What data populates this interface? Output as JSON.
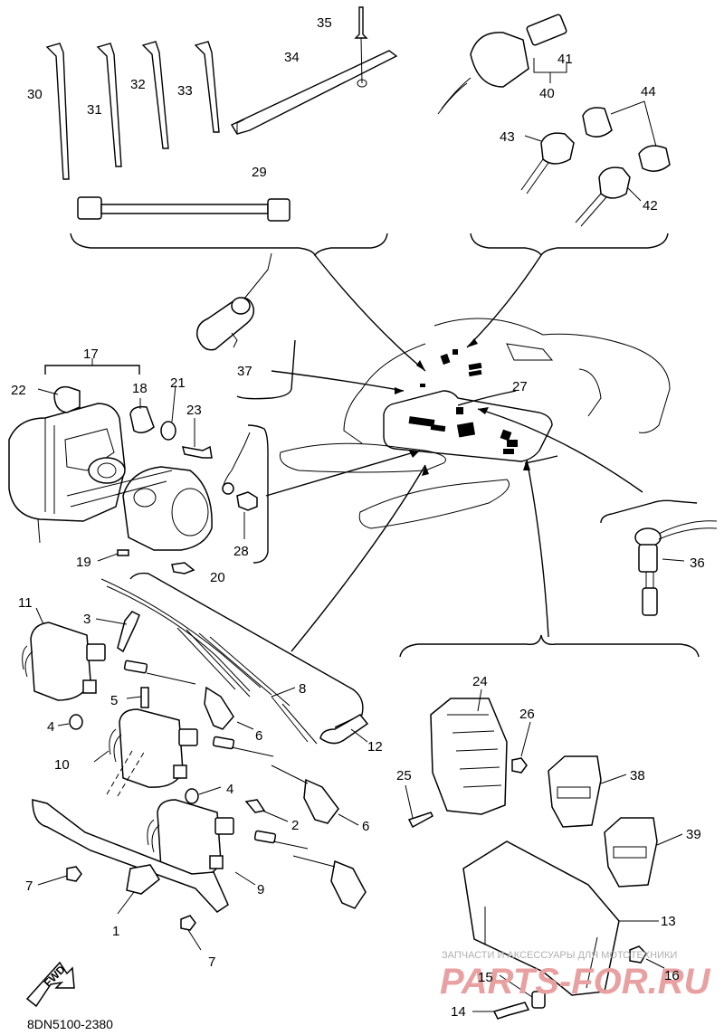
{
  "diagram_code": "8DN5100-2380",
  "direction_label": "FWD",
  "watermark": {
    "line1": "ЗАПЧАСТИ И АКСЕССУАРЫ ДЛЯ МОТОТЕХНИКИ",
    "line2": "PARTS-FOR.RU"
  },
  "callouts": {
    "c1": "1",
    "c2": "2",
    "c3": "3",
    "c4a": "4",
    "c4b": "4",
    "c5": "5",
    "c6a": "6",
    "c6b": "6",
    "c7a": "7",
    "c7b": "7",
    "c8": "8",
    "c9": "9",
    "c10": "10",
    "c11": "11",
    "c12": "12",
    "c13": "13",
    "c14": "14",
    "c15": "15",
    "c16": "16",
    "c17": "17",
    "c18": "18",
    "c19": "19",
    "c20": "20",
    "c21": "21",
    "c22": "22",
    "c23": "23",
    "c24": "24",
    "c25": "25",
    "c26": "26",
    "c27": "27",
    "c28": "28",
    "c29": "29",
    "c30": "30",
    "c31": "31",
    "c32": "32",
    "c33": "33",
    "c34": "34",
    "c35": "35",
    "c36": "36",
    "c37": "37",
    "c38": "38",
    "c39": "39",
    "c40": "40",
    "c41": "41",
    "c42": "42",
    "c43": "43",
    "c44": "44"
  }
}
